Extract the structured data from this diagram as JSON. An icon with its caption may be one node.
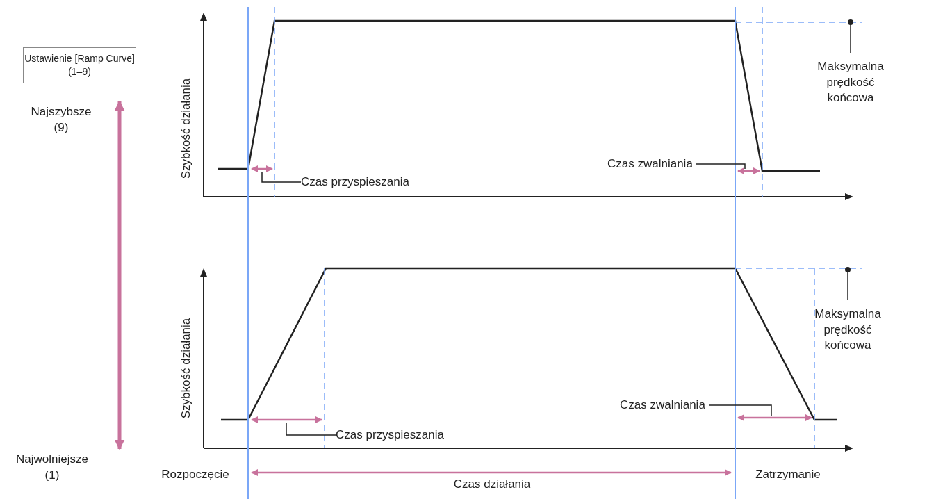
{
  "diagram": {
    "nodes": [
      {
        "text": [
          "Ustawienie [Ramp Curve] (1–9)"
        ]
      },
      {
        "text": [
          "Najszybsze (9)"
        ]
      },
      {
        "text": [
          "Najwolniejsze (1)"
        ]
      },
      {
        "text": [
          "Czas przyspieszania"
        ]
      },
      {
        "text": [
          "Czas zwalniania"
        ]
      },
      {
        "text": [
          "Maksymalna prędkość końcowa"
        ]
      },
      {
        "text": [
          "Czas przyspieszania"
        ]
      },
      {
        "text": [
          "Czas zwalniania"
        ]
      },
      {
        "text": [
          "Maksymalna prędkość końcowa"
        ]
      }
    ],
    "edges": [
      {
        "from": 1,
        "to": 2,
        "arrow": "both",
        "style": "thick",
        "color": "#c8729c"
      },
      {
        "from": 3,
        "to": null,
        "arrow": "none"
      },
      {
        "from": 4,
        "to": null,
        "arrow": "none"
      },
      {
        "from": 5,
        "to": null,
        "arrow": "other"
      },
      {
        "from": 6,
        "to": null,
        "arrow": "none"
      },
      {
        "from": 7,
        "to": null,
        "arrow": "none"
      },
      {
        "from": 8,
        "to": null,
        "arrow": "other"
      }
    ],
    "labels": [
      "Szybkość działania",
      "Szybkość działania",
      "Rozpoczęcie",
      "Zatrzymanie",
      "Czas działania"
    ]
  }
}
